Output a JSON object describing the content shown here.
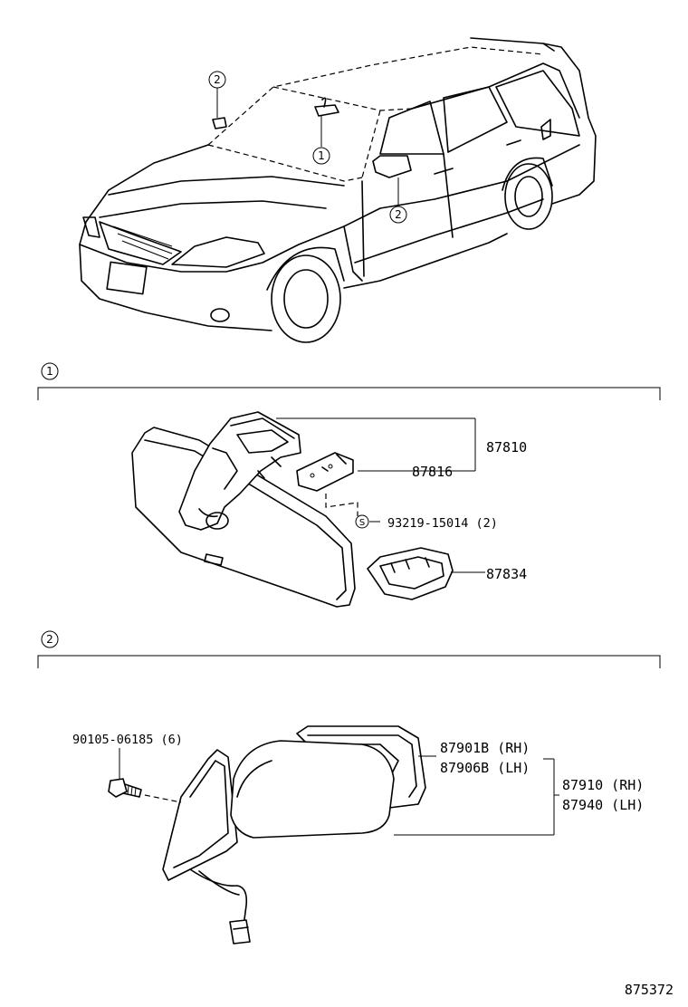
{
  "callouts": {
    "c1": "1",
    "c2": "2",
    "s_mark": "S"
  },
  "parts": {
    "p87810": "87810",
    "p87816": "87816",
    "p93219": "93219-15014 (2)",
    "p87834": "87834",
    "p90105": "90105-06185 (6)",
    "p87901": "87901B (RH)",
    "p87906": "87906B (LH)",
    "p87910": "87910 (RH)",
    "p87940": "87940 (LH)"
  },
  "diagram_id": "875372"
}
